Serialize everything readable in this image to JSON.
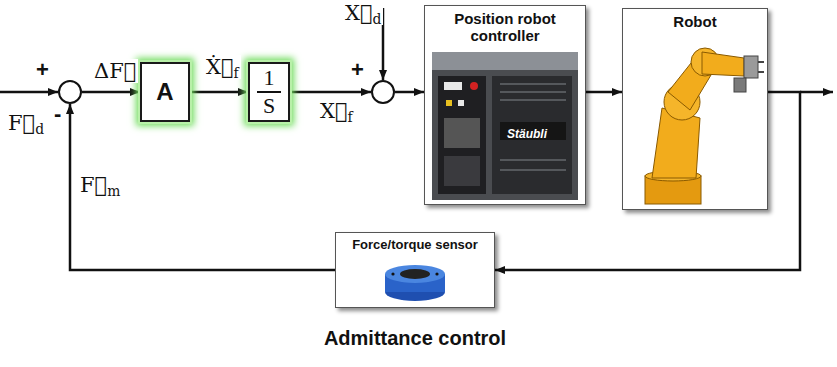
{
  "diagram": {
    "caption": "Admittance control",
    "nodes": [
      {
        "text": [
          "+",
          "-"
        ]
      },
      {
        "text": [
          "A"
        ]
      },
      {
        "text": [
          "1",
          "S"
        ]
      },
      {
        "text": [
          "+"
        ]
      },
      {
        "text": [
          "Position robot controller"
        ]
      },
      {
        "text": [
          "Robot"
        ]
      },
      {
        "text": [
          "Force/torque sensor"
        ]
      }
    ],
    "edges": [
      {
        "from": 0,
        "to": 1,
        "arrow": "to",
        "label": "ΔF⃗"
      },
      {
        "from": 1,
        "to": 2,
        "arrow": "to",
        "label": "Ẋ⃗f"
      },
      {
        "from": 2,
        "to": 3,
        "arrow": "to",
        "label": "X⃗f"
      },
      {
        "from": 3,
        "to": 4,
        "arrow": "to"
      },
      {
        "from": 4,
        "to": 5,
        "arrow": "to"
      },
      {
        "from": 5,
        "to": 6,
        "arrow": "to"
      },
      {
        "from": 6,
        "to": 0,
        "arrow": "to",
        "label": "F⃗m"
      }
    ],
    "labels": [
      "F⃗d",
      "X⃗d",
      "Stäubli"
    ]
  }
}
